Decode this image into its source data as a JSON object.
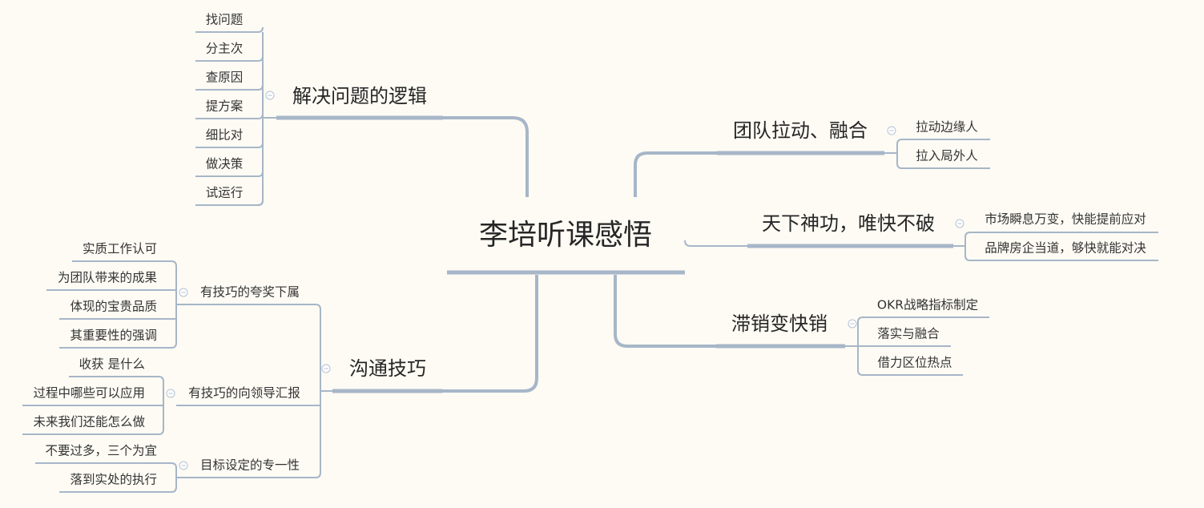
{
  "colors": {
    "line": "#a7b6c8",
    "background": "#fdfbf4",
    "text": "#2e2e2e",
    "collapse_button": "#b4c2d2"
  },
  "icons": {
    "collapse": "minus-circle-icon"
  },
  "mindmap": {
    "root": "李培听课感悟",
    "branches": {
      "logic": {
        "title": "解决问题的逻辑",
        "items": [
          "找问题",
          "分主次",
          "查原因",
          "提方案",
          "细比对",
          "做决策",
          "试运行"
        ]
      },
      "team": {
        "title": "团队拉动、融合",
        "items": [
          "拉动边缘人",
          "拉入局外人"
        ]
      },
      "speed": {
        "title": "天下神功，唯快不破",
        "items": [
          "市场瞬息万变，快能提前应对",
          "品牌房企当道，够快就能对决"
        ]
      },
      "slow": {
        "title": "滞销变快销",
        "items": [
          "OKR战略指标制定",
          "落实与融合",
          "借力区位热点"
        ]
      },
      "comm": {
        "title": "沟通技巧",
        "praise": {
          "title": "有技巧的夸奖下属",
          "items": [
            "实质工作认可",
            "为团队带来的成果",
            "体现的宝贵品质",
            "其重要性的强调"
          ]
        },
        "report": {
          "title": "有技巧的向领导汇报",
          "items": [
            "收获 是什么",
            "过程中哪些可以应用",
            "未来我们还能怎么做"
          ]
        },
        "goal": {
          "title": "目标设定的专一性",
          "items": [
            "不要过多，三个为宜",
            "落到实处的执行"
          ]
        }
      }
    }
  }
}
